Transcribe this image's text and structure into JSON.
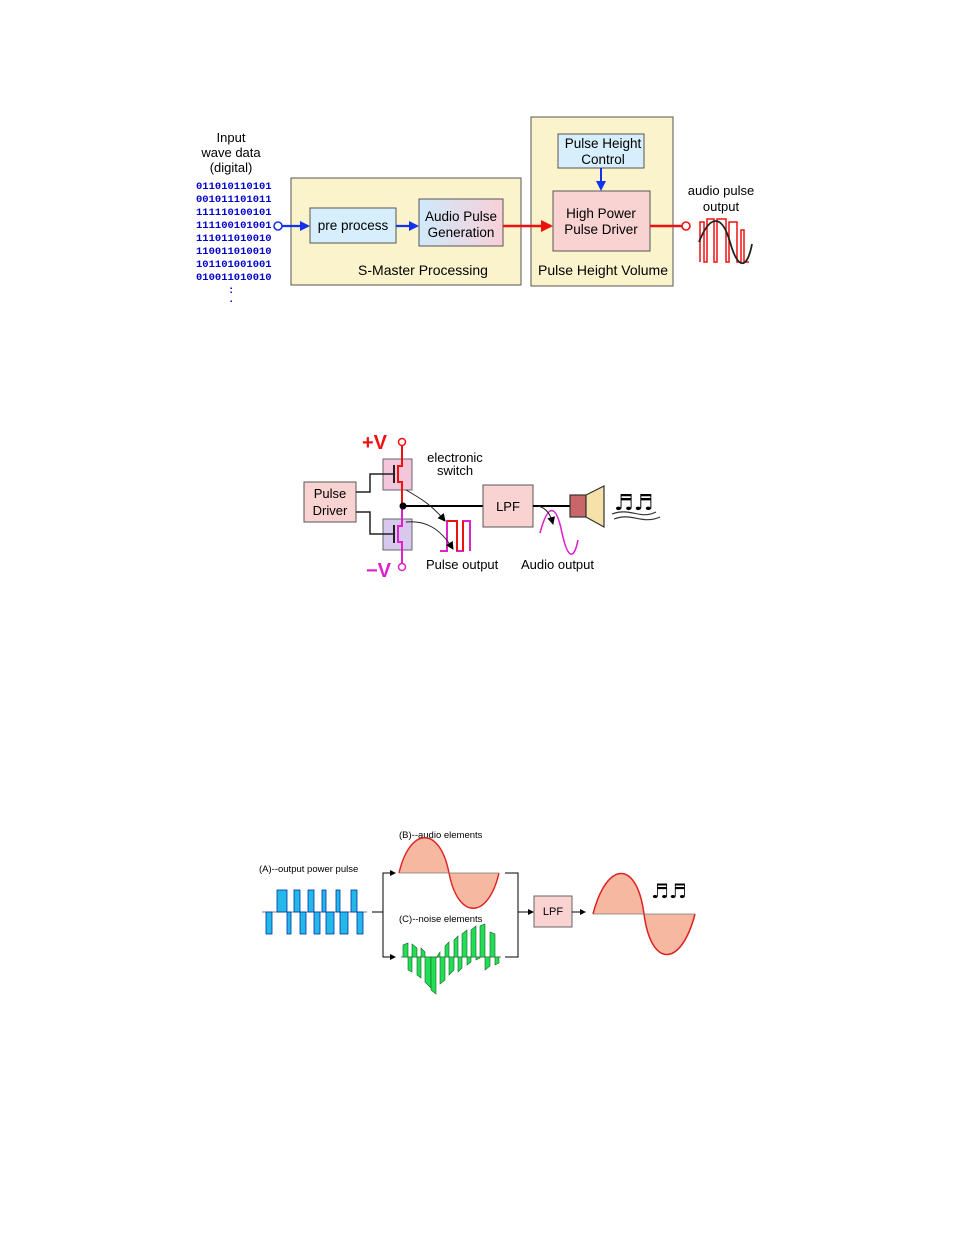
{
  "diagram1": {
    "input_label": [
      "Input",
      "wave data",
      "(digital)"
    ],
    "bits": [
      "011010110101",
      "001011101011",
      "111110100101",
      "111100101001",
      "111011010010",
      "110011010010",
      "101101001001",
      "010011010010",
      ":",
      "."
    ],
    "smaster_label": "S-Master Processing",
    "preprocess_label": "pre process",
    "audio_pulse_gen": [
      "Audio Pulse",
      "Generation"
    ],
    "phv_label": "Pulse Height Volume",
    "pulse_height_control": [
      "Pulse Height",
      "Control"
    ],
    "high_power_driver": [
      "High Power",
      "Pulse Driver"
    ],
    "output_label": [
      "audio pulse",
      "output"
    ]
  },
  "diagram2": {
    "plus_v": "+V",
    "minus_v": "−V",
    "electronic_switch": [
      "electronic",
      "switch"
    ],
    "pulse_driver": [
      "Pulse",
      "Driver"
    ],
    "lpf": "LPF",
    "pulse_output": "Pulse output",
    "audio_output": "Audio output",
    "notes": "♬♬"
  },
  "diagram3": {
    "a_label": "(A)--output power pulse",
    "b_label": "(B)--audio elements",
    "c_label": "(C)--noise elements",
    "lpf": "LPF",
    "notes": "♬♬"
  },
  "colors": {
    "yellow_box": "#fbf3cc",
    "blue_box": "#d7effc",
    "pink_box": "#f9d2d2",
    "red_line": "#ee1111",
    "blue_line": "#1133ee",
    "magenta": "#dd22cc",
    "cyan_fill": "#22b8e8",
    "green_fill": "#22dd55",
    "salmon_fill": "#f6b8a0"
  }
}
